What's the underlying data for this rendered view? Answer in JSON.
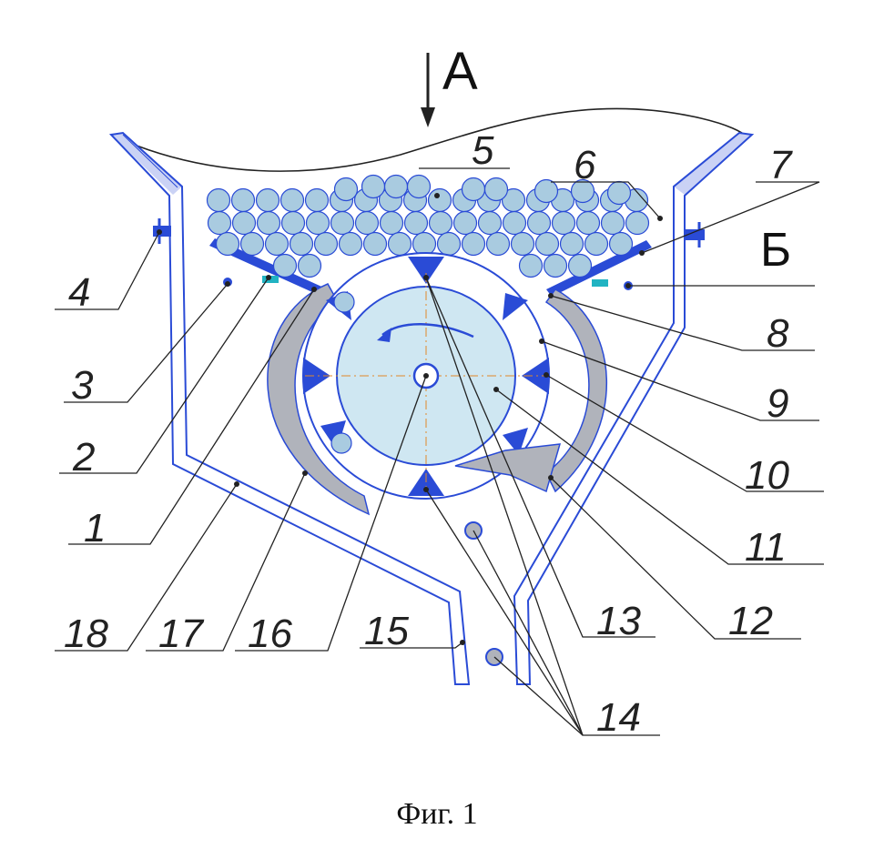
{
  "view_labels": {
    "arrow_view": "А",
    "section_view": "Б"
  },
  "caption": "Фиг. 1",
  "callouts": [
    "1",
    "2",
    "3",
    "4",
    "5",
    "6",
    "7",
    "8",
    "9",
    "10",
    "11",
    "12",
    "13",
    "14",
    "15",
    "16",
    "17",
    "18"
  ],
  "colors": {
    "steel": "#2a4bd6",
    "fill_light": "#cfe7f2",
    "shoe_gray": "#b0b3bb",
    "line": "#222222"
  }
}
